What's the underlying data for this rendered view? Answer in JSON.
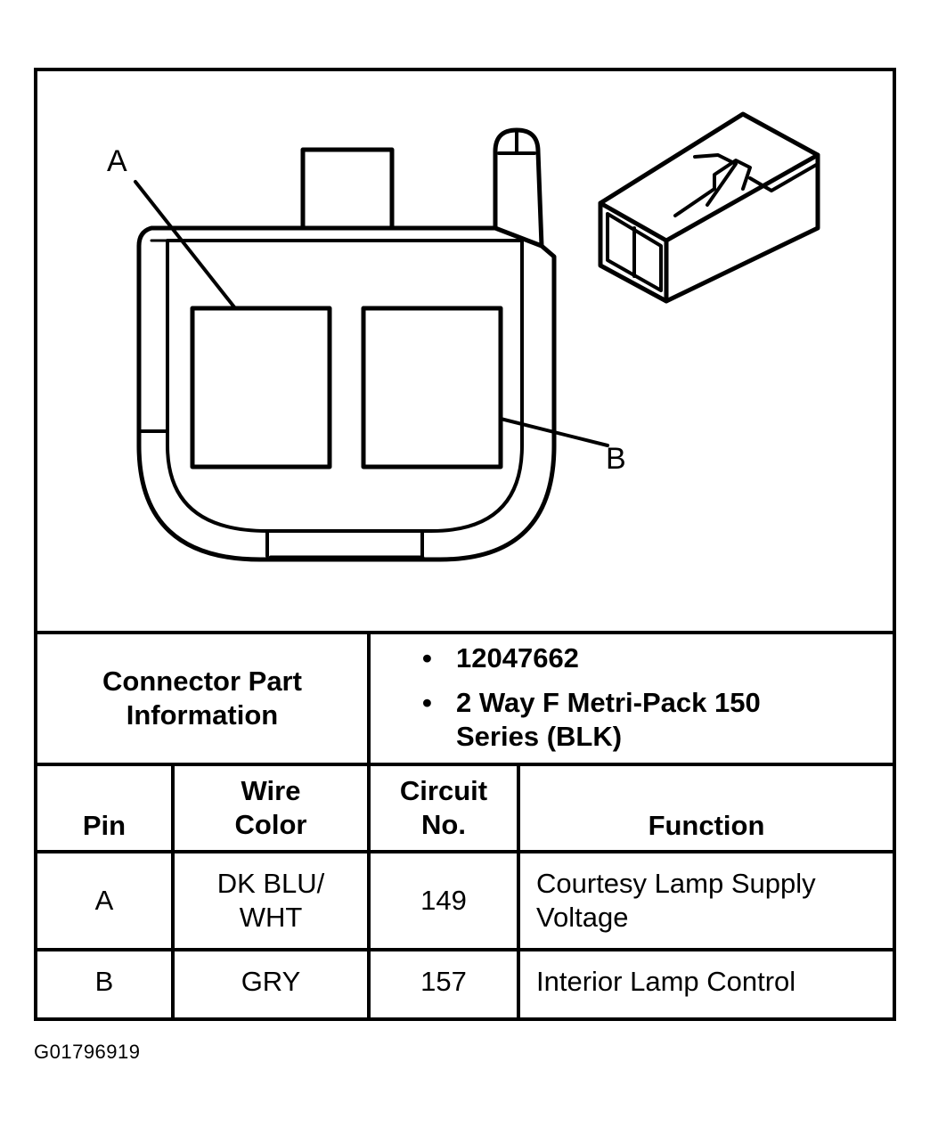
{
  "callouts": {
    "a": "A",
    "b": "B"
  },
  "info": {
    "label": "Connector Part Information",
    "bullet": "•",
    "items": [
      "12047662",
      "2 Way F Metri-Pack 150 Series (BLK)"
    ]
  },
  "table": {
    "headers": [
      "Pin",
      "Wire Color",
      "Circuit No.",
      "Function"
    ],
    "rows": [
      {
        "pin": "A",
        "wire": "DK BLU/ WHT",
        "circuit": "149",
        "function": "Courtesy Lamp Supply Voltage"
      },
      {
        "pin": "B",
        "wire": "GRY",
        "circuit": "157",
        "function": "Interior Lamp Control"
      }
    ]
  },
  "reference": "G01796919"
}
